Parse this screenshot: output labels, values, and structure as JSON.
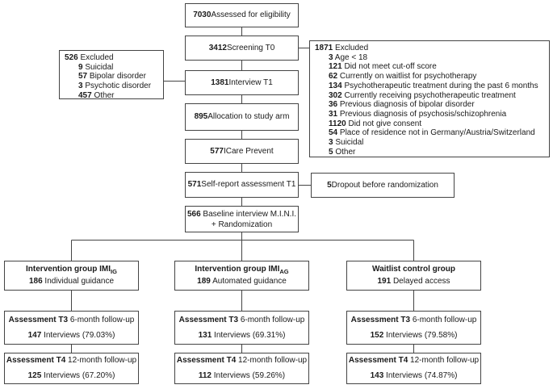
{
  "colors": {
    "line": "#444444",
    "text": "#1a1a1a",
    "background": "#ffffff"
  },
  "flow": {
    "assessed": {
      "n": "7030",
      "label": "Assessed for eligibility"
    },
    "screening": {
      "n": "3412",
      "label": "Screening T0"
    },
    "interview": {
      "n": "1381",
      "label": "Interview T1"
    },
    "allocation": {
      "n": "895",
      "label": "Allocation to study arm"
    },
    "icare": {
      "n": "577",
      "label": "ICare Prevent"
    },
    "self_report": {
      "n": "571",
      "label": "Self-report assessment T1"
    },
    "dropout": {
      "n": "5",
      "label": "Dropout before randomization"
    },
    "baseline": {
      "n": "566",
      "label": "Baseline interview M.I.N.I.",
      "label_line2": "+ Randomization"
    }
  },
  "excluded_screening": {
    "n": "526",
    "label": "Excluded",
    "items": [
      {
        "n": "9",
        "label": "Suicidal"
      },
      {
        "n": "57",
        "label": "Bipolar disorder"
      },
      {
        "n": "3",
        "label": "Psychotic disorder"
      },
      {
        "n": "457",
        "label": "Other"
      }
    ]
  },
  "excluded_interview": {
    "n": "1871",
    "label": "Excluded",
    "items": [
      {
        "n": "3",
        "label": "Age < 18"
      },
      {
        "n": "121",
        "label": "Did not meet cut-off score"
      },
      {
        "n": "62",
        "label": "Currently on waitlist for psychotherapy"
      },
      {
        "n": "134",
        "label": "Psychotherapeutic treatment during the past 6 months"
      },
      {
        "n": "302",
        "label": "Currently receiving psychotherapeutic treatment"
      },
      {
        "n": "36",
        "label": "Previous diagnosis of bipolar disorder"
      },
      {
        "n": "31",
        "label": "Previous diagnosis of psychosis/schizophrenia"
      },
      {
        "n": "1120",
        "label": "Did not give consent"
      },
      {
        "n": "54",
        "label": "Place of residence not in Germany/Austria/Switzerland"
      },
      {
        "n": "3",
        "label": "Suicidal"
      },
      {
        "n": "5",
        "label": "Other"
      }
    ]
  },
  "groups": [
    {
      "title": "Intervention group IMI",
      "title_sub": "IG",
      "n": "186",
      "desc": "Individual guidance",
      "t3_title": "Assessment T3",
      "t3_period": "6-month follow-up",
      "t3_n": "147",
      "t3_result": "Interviews (79.03%)",
      "t4_title": "Assessment T4",
      "t4_period": "12-month follow-up",
      "t4_n": "125",
      "t4_result": "Interviews (67.20%)"
    },
    {
      "title": "Intervention group IMI",
      "title_sub": "AG",
      "n": "189",
      "desc": "Automated guidance",
      "t3_title": "Assessment T3",
      "t3_period": "6-month follow-up",
      "t3_n": "131",
      "t3_result": "Interviews (69.31%)",
      "t4_title": "Assessment T4",
      "t4_period": "12-month follow-up",
      "t4_n": "112",
      "t4_result": "Interviews (59.26%)"
    },
    {
      "title": "Waitlist control group",
      "title_sub": "",
      "n": "191",
      "desc": "Delayed access",
      "t3_title": "Assessment T3",
      "t3_period": "6-month follow-up",
      "t3_n": "152",
      "t3_result": "Interviews (79.58%)",
      "t4_title": "Assessment T4",
      "t4_period": "12-month follow-up",
      "t4_n": "143",
      "t4_result": "Interviews (74.87%)"
    }
  ]
}
